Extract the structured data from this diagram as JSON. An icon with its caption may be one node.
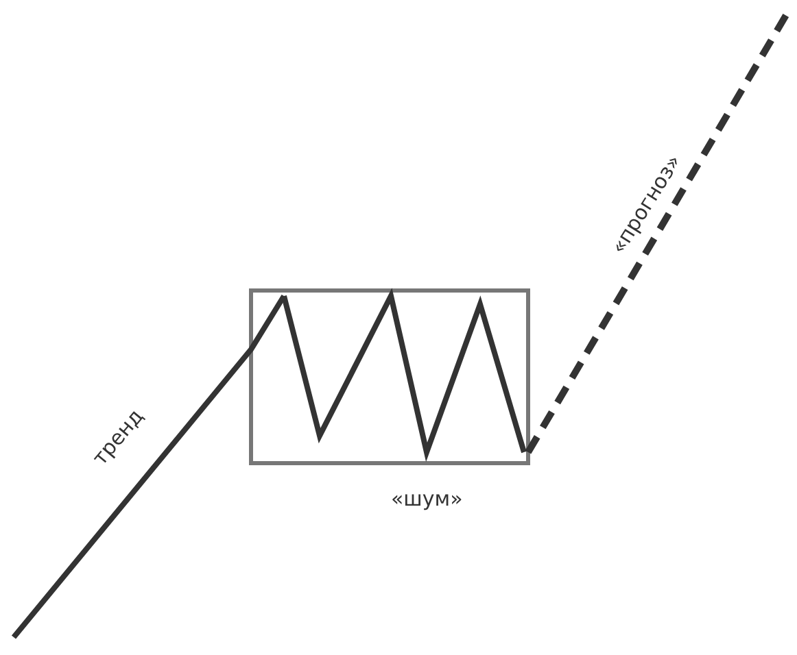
{
  "diagram": {
    "labels": [
      "тренд",
      "«шум»",
      "«прогноз»"
    ]
  }
}
